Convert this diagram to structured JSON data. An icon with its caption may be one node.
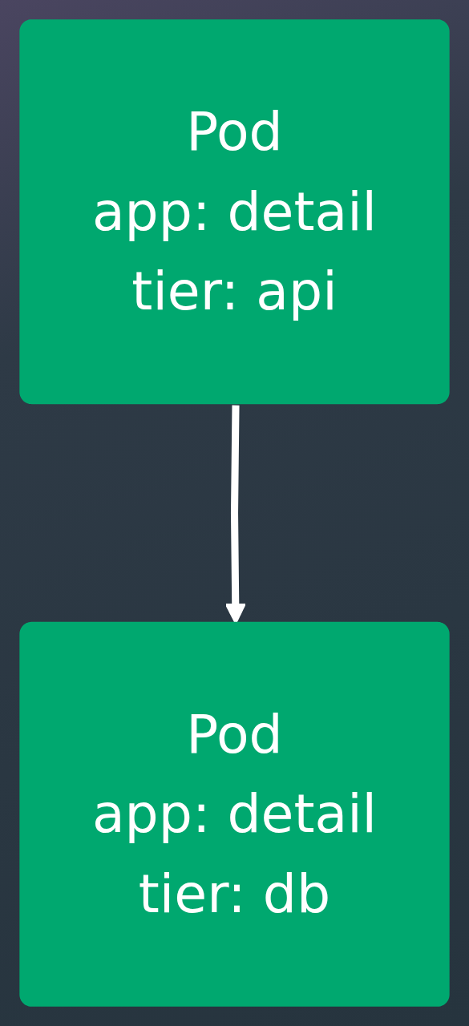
{
  "diagram": {
    "nodes": [
      {
        "text": [
          "Pod",
          "app: detail",
          "tier: api"
        ]
      },
      {
        "text": [
          "Pod",
          "app: detail",
          "tier: db"
        ]
      }
    ],
    "edges": [
      {
        "from": 0,
        "to": 1,
        "arrow": "to"
      }
    ]
  }
}
